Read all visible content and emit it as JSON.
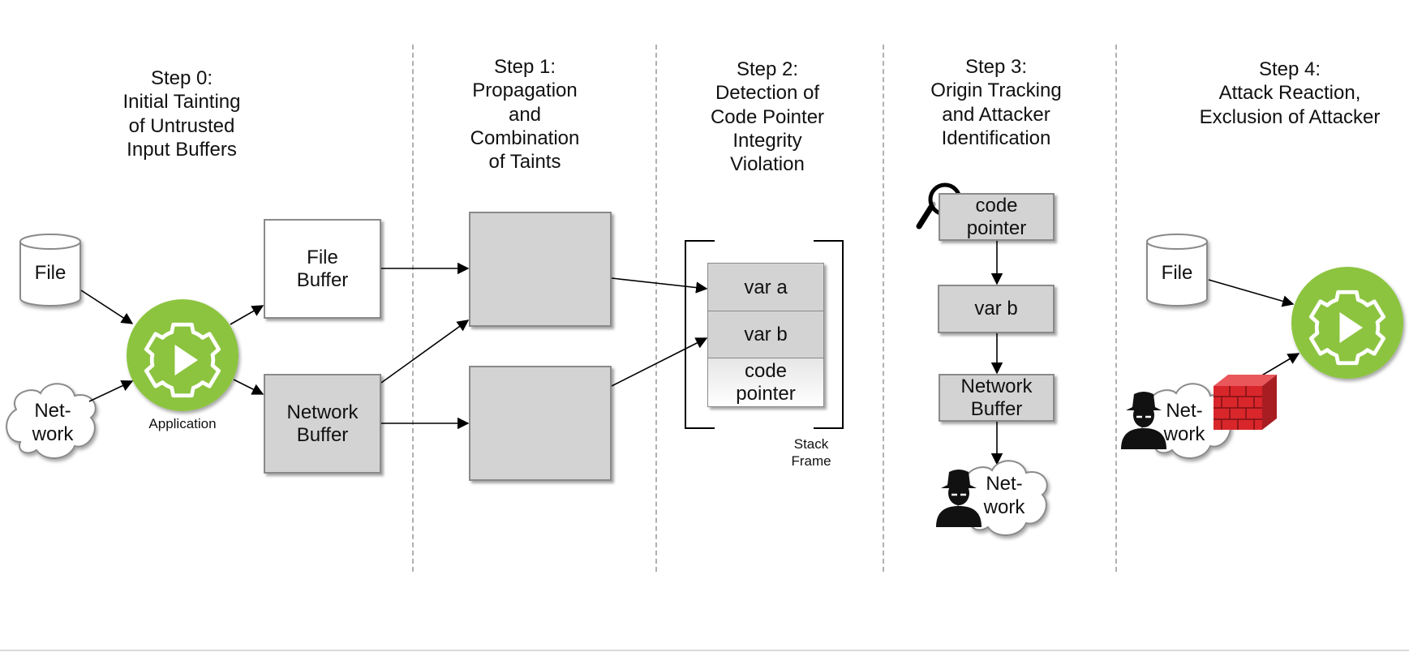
{
  "steps": [
    {
      "title": "Step 0:",
      "lines": [
        "Initial Tainting",
        "of Untrusted",
        "Input Buffers"
      ]
    },
    {
      "title": "Step 1:",
      "lines": [
        "Propagation",
        "and",
        "Combination",
        "of Taints"
      ]
    },
    {
      "title": "Step 2:",
      "lines": [
        "Detection of",
        "Code Pointer",
        "Integrity",
        "Violation"
      ]
    },
    {
      "title": "Step 3:",
      "lines": [
        "Origin Tracking",
        "and Attacker",
        "Identification"
      ]
    },
    {
      "title": "Step 4:",
      "lines": [
        "Attack Reaction,",
        "Exclusion of Attacker"
      ]
    }
  ],
  "step0": {
    "file": "File",
    "network": [
      "Net-",
      "work"
    ],
    "application": "Application",
    "file_buffer": [
      "File",
      "Buffer"
    ],
    "network_buffer": [
      "Network",
      "Buffer"
    ]
  },
  "step2": {
    "var_a": "var a",
    "var_b": "var b",
    "code_pointer": [
      "code",
      "pointer"
    ],
    "stack_frame": [
      "Stack",
      "Frame"
    ]
  },
  "step3": {
    "code_pointer": [
      "code",
      "pointer"
    ],
    "var_b": "var b",
    "network_buffer": [
      "Network",
      "Buffer"
    ],
    "network": [
      "Net-",
      "work"
    ]
  },
  "step4": {
    "file": "File",
    "network": [
      "Net-",
      "work"
    ]
  },
  "colors": {
    "app_green": "#8cc43f",
    "box_grey": "#d3d3d3",
    "violation_red": "#e8202a",
    "firewall_red": "#d8262b"
  }
}
